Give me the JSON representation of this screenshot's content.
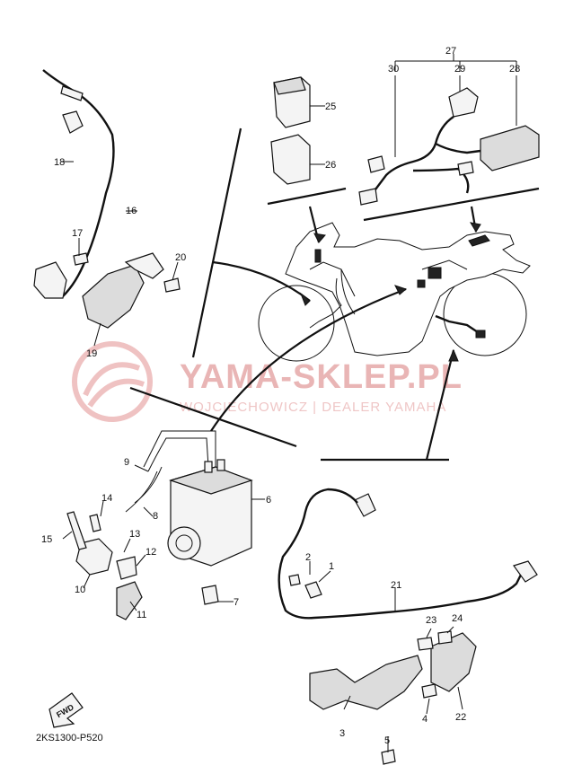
{
  "watermark": {
    "brand": "YAMA-SKLEP.PL",
    "tagline": "WOJCIECHOWICZ | DEALER YAMAHA"
  },
  "diagram_code": "2KS1300-P520",
  "fwd_label": "FWD",
  "callouts": {
    "n1": "1",
    "n2": "2",
    "n3": "3",
    "n4": "4",
    "n5": "5",
    "n6": "6",
    "n7": "7",
    "n8": "8",
    "n9": "9",
    "n10": "10",
    "n11": "11",
    "n12": "12",
    "n13": "13",
    "n14": "14",
    "n15": "15",
    "n16": "16",
    "n17": "17",
    "n18": "18",
    "n19": "19",
    "n20": "20",
    "n21": "21",
    "n22": "22",
    "n23": "23",
    "n24": "24",
    "n25": "25",
    "n26": "26",
    "n27": "27",
    "n28": "28",
    "n29": "29",
    "n30": "30"
  },
  "colors": {
    "ink": "#111111",
    "watermark": "#e9b5b5"
  }
}
